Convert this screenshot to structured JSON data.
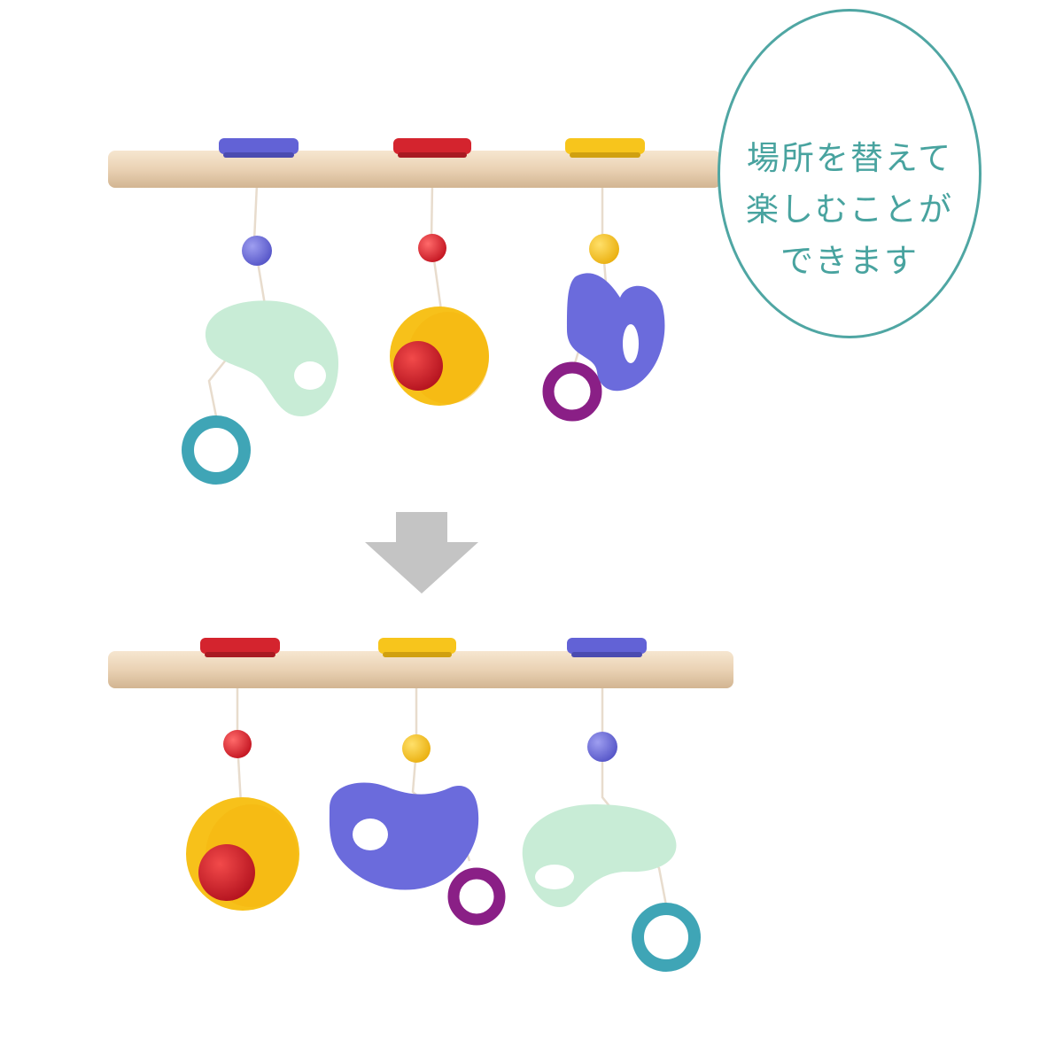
{
  "callout": {
    "lines": [
      "場所を替えて",
      "楽しむことが",
      "できます"
    ],
    "border_color": "#4fa6a3",
    "text_color": "#48a39f"
  },
  "arrow": {
    "color": "#c4c4c4",
    "direction": "down",
    "icon": "down-arrow-icon"
  },
  "colors": {
    "bar": "#ead3b6",
    "blue": "#6a6ad8",
    "red": "#d42230",
    "yellow": "#f7c318",
    "mint": "#c9ecd8",
    "teal": "#43a8b8",
    "purple": "#8a1f86"
  },
  "top_row": {
    "tabs": [
      "blue",
      "red",
      "yellow"
    ],
    "pendants": [
      {
        "bead": "blue",
        "shape": "mint-comma",
        "ring": "teal"
      },
      {
        "bead": "red",
        "shape": "yellow-disc",
        "ring": "none"
      },
      {
        "bead": "yellow",
        "shape": "blue-comma",
        "ring": "purple"
      }
    ]
  },
  "bottom_row": {
    "tabs": [
      "red",
      "yellow",
      "blue"
    ],
    "pendants": [
      {
        "bead": "red",
        "shape": "yellow-disc",
        "ring": "none"
      },
      {
        "bead": "yellow",
        "shape": "blue-comma",
        "ring": "purple"
      },
      {
        "bead": "blue",
        "shape": "mint-comma",
        "ring": "teal"
      }
    ]
  }
}
